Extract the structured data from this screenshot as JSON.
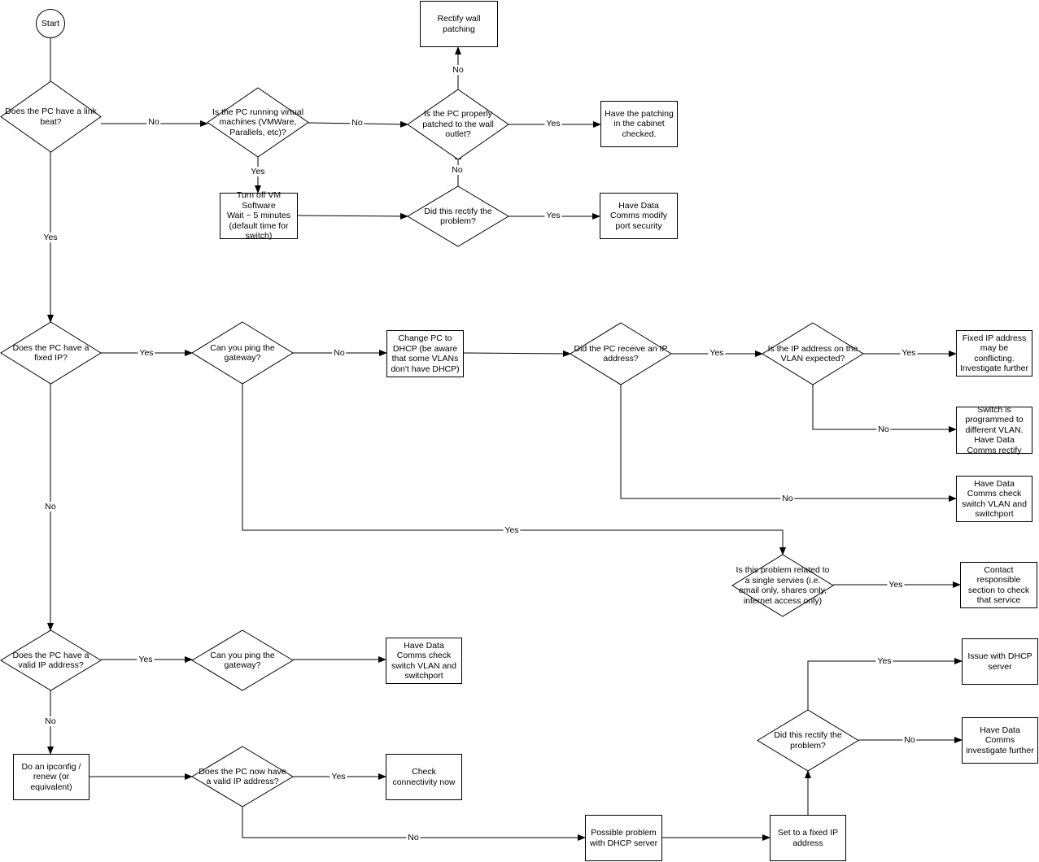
{
  "nodes": {
    "start": "Start",
    "q_linkbeat": "Does the PC have a link beat?",
    "q_vm": "Is the PC running virtual machines (VMWare, Parallels, etc)?",
    "q_patched": "Is the PC properly patched to the wall outlet?",
    "a_rectify_wall": "Rectify wall patching",
    "a_patching_cabinet": "Have the patching in the cabinet checked.",
    "a_turn_off_vm": "Turn off VM Software\nWait ~ 5 minutes (default time for switch)",
    "q_rectify1": "Did this rectify the problem?",
    "a_port_security": "Have Data Comms modify port security",
    "q_fixed_ip": "Does the PC have a fixed IP?",
    "q_ping1": "Can you ping the gateway?",
    "a_change_dhcp": "Change PC to DHCP (be aware that some VLANs don't have DHCP)",
    "q_receive_ip": "Did the PC receive an IP address?",
    "q_ip_on_vlan": "Is the IP address on the VLAN expected?",
    "a_fixed_conflict": "Fixed IP address may be conflicting. Investigate further",
    "a_switch_vlan": "Switch is programmed to different VLAN. Have Data Comms rectify",
    "a_check_switch1": "Have Data Comms check switch VLAN and switchport",
    "q_single_service": "Is this problem related to a single servies (i.e. email only, shares only, internet access only)",
    "a_contact_section": "Contact responsible section to check that service",
    "q_valid_ip": "Does the PC have a valid IP address?",
    "q_ping2": "Can you ping the gateway?",
    "a_check_switch2": "Have Data Comms check switch VLAN and switchport",
    "a_ipconfig": "Do an ipconfig / renew (or equivalent)",
    "q_valid_now": "Does the PC now have a valid IP address?",
    "a_check_conn": "Check connectivity now",
    "a_dhcp_problem": "Possible problem with DHCP server",
    "a_set_fixed": "Set to a fixed IP address",
    "q_rectify2": "Did this rectify the problem?",
    "a_issue_dhcp": "Issue with DHCP server",
    "a_investigate": "Have Data Comms investigate further"
  },
  "edge_labels": {
    "e1": "No",
    "e2": "No",
    "e3": "Yes",
    "e4": "No",
    "e5": "Yes",
    "e6": "No",
    "e7": "Yes",
    "e8": "Yes",
    "e9": "Yes",
    "e10": "No",
    "e11": "Yes",
    "e12": "Yes",
    "e13": "No",
    "e14": "No",
    "e15": "Yes",
    "e16": "Yes",
    "e17": "No",
    "e18": "Yes",
    "e19": "No",
    "e20": "Yes",
    "e21": "No",
    "e22": "Yes",
    "e23": "No"
  }
}
